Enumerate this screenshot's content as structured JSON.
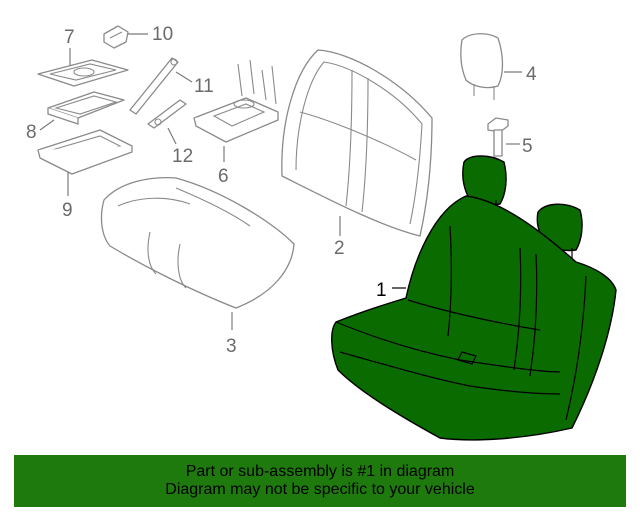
{
  "callouts": {
    "c1": "1",
    "c2": "2",
    "c3": "3",
    "c4": "4",
    "c5": "5",
    "c6": "6",
    "c7": "7",
    "c8": "8",
    "c9": "9",
    "c10": "10",
    "c11": "11",
    "c12": "12"
  },
  "banner": {
    "line1": "Part or sub-assembly is #1 in diagram",
    "line2": "Diagram may not be specific to your vehicle"
  },
  "colors": {
    "highlight": "#0a6b00",
    "banner": "#1f7a0e"
  }
}
